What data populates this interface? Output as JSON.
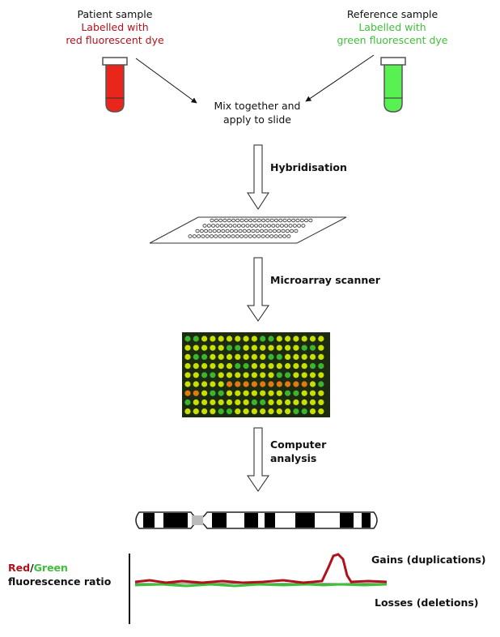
{
  "colors": {
    "red": "#b0121b",
    "green": "#3fbf3a",
    "tube_red": "#e8261c",
    "tube_green": "#59f052",
    "spot_yellow": "#c8e000",
    "spot_green": "#3ab52d",
    "spot_orange": "#e07a10"
  },
  "patient": {
    "title": "Patient sample",
    "line1": "Labelled with",
    "line2": "red fluorescent dye"
  },
  "reference": {
    "title": "Reference sample",
    "line1": "Labelled with",
    "line2": "green fluorescent dye"
  },
  "mix": {
    "line1": "Mix together and",
    "line2": "apply to slide"
  },
  "steps": {
    "hybridisation": "Hybridisation",
    "scanner": "Microarray scanner",
    "computer_line1": "Computer",
    "computer_line2": "analysis"
  },
  "plot": {
    "ratio_red": "Red",
    "ratio_slash": "/",
    "ratio_green": "Green",
    "ratio_line2": "fluorescence ratio",
    "gains": "Gains (duplications)",
    "losses": "Losses (deletions)"
  },
  "icons": [
    "test-tube-icon",
    "down-arrow-icon",
    "glass-slide-icon",
    "microarray-image",
    "chromosome-icon"
  ]
}
